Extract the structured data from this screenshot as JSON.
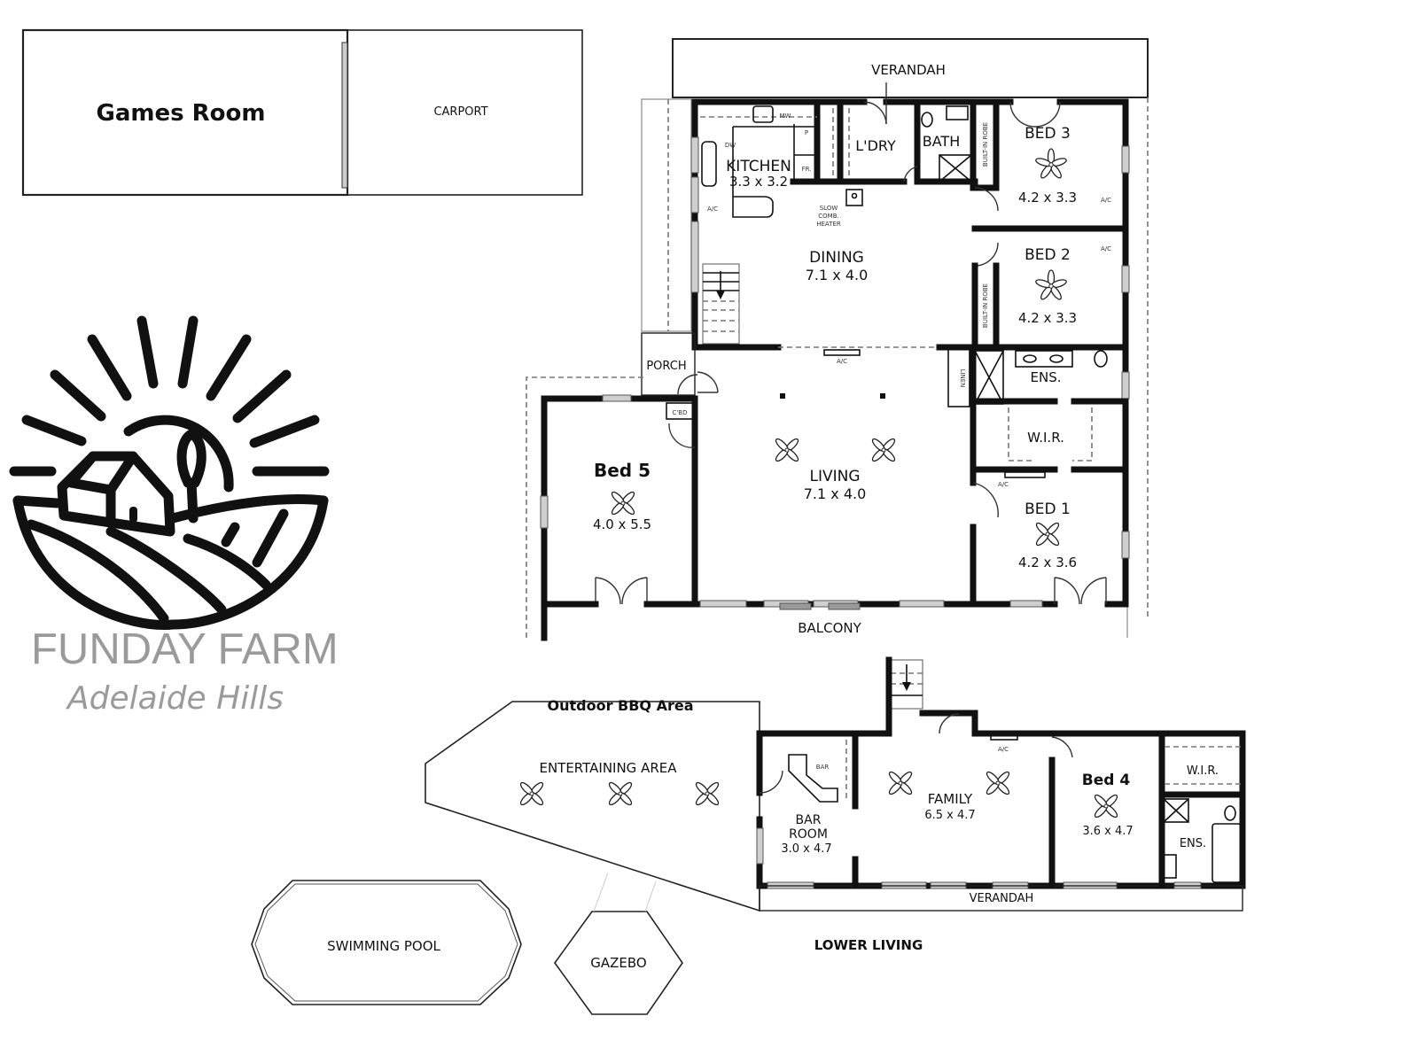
{
  "brand": {
    "name": "FUNDAY FARM",
    "location": "Adelaide Hills",
    "text_color": "#9a9a9a",
    "logo_icon": "sun-farmhouse-hills-logo"
  },
  "outbuildings": {
    "games_room": "Games Room",
    "carport": "CARPORT"
  },
  "upper_floor": {
    "verandah": "VERANDAH",
    "balcony": "BALCONY",
    "porch": "PORCH",
    "rooms": {
      "kitchen": {
        "name": "KITCHEN",
        "size": "3.3 x 3.2"
      },
      "laundry": {
        "name": "L'DRY"
      },
      "bath": {
        "name": "BATH"
      },
      "bed3": {
        "name": "BED 3",
        "size": "4.2 x 3.3"
      },
      "bed2": {
        "name": "BED 2",
        "size": "4.2 x 3.3"
      },
      "dining": {
        "name": "DINING",
        "size": "7.1 x 4.0"
      },
      "living": {
        "name": "LIVING",
        "size": "7.1 x 4.0"
      },
      "ensuite": {
        "name": "ENS."
      },
      "wir": {
        "name": "W.I.R."
      },
      "bed1": {
        "name": "BED 1",
        "size": "4.2 x 3.6"
      },
      "bed5": {
        "name": "Bed 5",
        "size": "4.0 x 5.5"
      }
    },
    "fixtures": {
      "mw": "MW",
      "dw": "DW",
      "pantry": "P",
      "fridge": "FR.",
      "ac": "A/C",
      "heater_line1": "SLOW",
      "heater_line2": "COMB.",
      "heater_line3": "HEATER",
      "robe": "BUILT-IN ROBE",
      "linen": "LINEN",
      "cupboard": "C'BD"
    }
  },
  "lower_floor": {
    "title": "LOWER LIVING",
    "outdoor_bbq": "Outdoor BBQ Area",
    "entertaining": "ENTERTAINING AREA",
    "verandah": "VERANDAH",
    "rooms": {
      "bar_room": {
        "name_line1": "BAR",
        "name_line2": "ROOM",
        "size": "3.0 x 4.7"
      },
      "family": {
        "name": "FAMILY",
        "size": "6.5 x 4.7"
      },
      "bed4": {
        "name": "Bed 4",
        "size": "3.6 x 4.7"
      },
      "wir": {
        "name": "W.I.R."
      },
      "ensuite": {
        "name": "ENS."
      }
    },
    "fixtures": {
      "bar": "BAR",
      "ac": "A/C"
    }
  },
  "grounds": {
    "pool": "SWIMMING POOL",
    "gazebo": "GAZEBO"
  }
}
